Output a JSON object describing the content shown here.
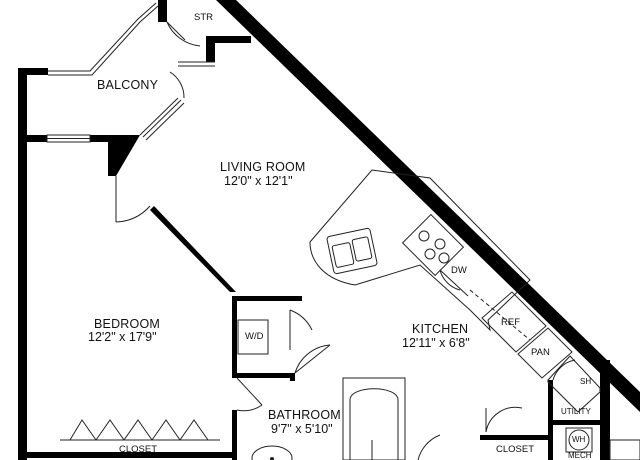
{
  "floorplan": {
    "rooms": {
      "living_room": {
        "name": "LIVING ROOM",
        "dims": "12'0\" x 12'1\""
      },
      "bedroom": {
        "name": "BEDROOM",
        "dims": "12'2\" x 17'9\""
      },
      "kitchen": {
        "name": "KITCHEN",
        "dims": "12'11\" x 6'8\""
      },
      "bathroom": {
        "name": "BATHROOM",
        "dims": "9'7\" x 5'10\""
      },
      "balcony": {
        "name": "BALCONY"
      },
      "storage": {
        "name": "STR"
      },
      "utility": {
        "name": "UTILITY"
      }
    },
    "closets": {
      "bedroom_closet": "CLOSET",
      "entry_closet": "CLOSET"
    },
    "fixtures": {
      "washer_dryer": "W/D",
      "dishwasher": "DW",
      "refrigerator": "REF",
      "pantry": "PAN",
      "shower": "SH",
      "water_heater": "WH",
      "mechanical": "MECH"
    },
    "colors": {
      "wall": "#000000",
      "line": "#222222",
      "fill": "#ffffff"
    }
  }
}
